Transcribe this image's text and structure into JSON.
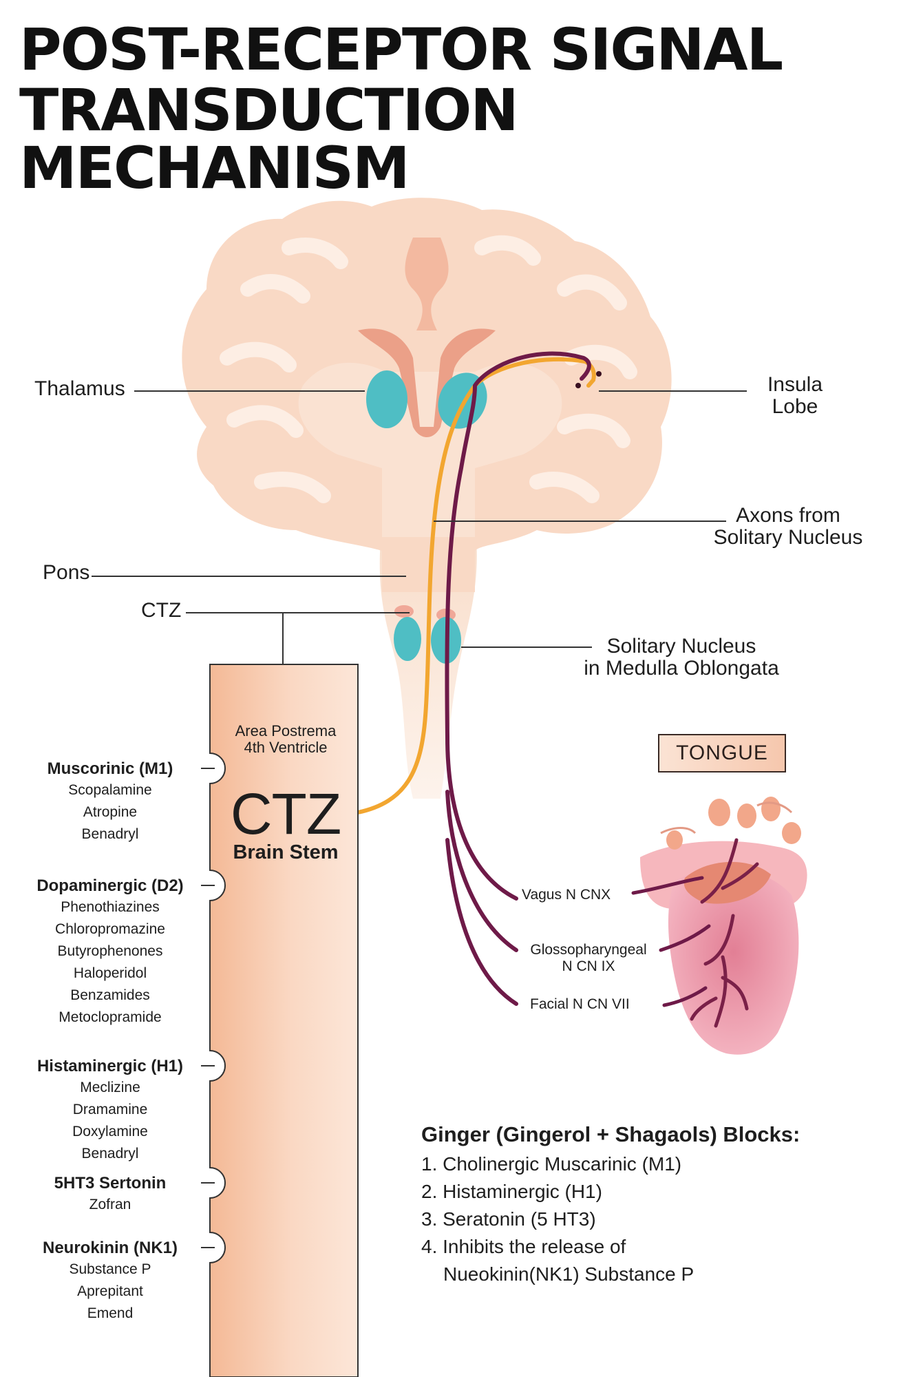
{
  "title": {
    "line1": "POST-RECEPTOR SIGNAL",
    "line2": "TRANSDUCTION MECHANISM"
  },
  "labels": {
    "thalamus": "Thalamus",
    "insula_line1": "Insula",
    "insula_line2": "Lobe",
    "axons_line1": "Axons from",
    "axons_line2": "Solitary Nucleus",
    "pons": "Pons",
    "ctz": "CTZ",
    "solitary_line1": "Solitary Nucleus",
    "solitary_line2": "in Medulla Oblongata",
    "area_postrema_line1": "Area Postrema",
    "area_postrema_line2": "4th Ventricle",
    "ctz_big": "CTZ",
    "brain_stem": "Brain Stem",
    "tongue": "TONGUE",
    "vagus": "Vagus N CNX",
    "glosso_line1": "Glossopharyngeal",
    "glosso_line2": "N CN IX",
    "facial": "Facial N CN VII"
  },
  "receptors": [
    {
      "name": "Muscorinic (M1)",
      "items": [
        "Scopalamine",
        "Atropine",
        "Benadryl"
      ]
    },
    {
      "name": "Dopaminergic (D2)",
      "items": [
        "Phenothiazines",
        "Chloropromazine",
        "Butyrophenones",
        "Haloperidol",
        "Benzamides",
        "Metoclopramide"
      ]
    },
    {
      "name": "Histaminergic (H1)",
      "items": [
        "Meclizine",
        "Dramamine",
        "Doxylamine",
        "Benadryl"
      ]
    },
    {
      "name": "5HT3 Sertonin",
      "items": [
        "Zofran"
      ]
    },
    {
      "name": "Neurokinin (NK1)",
      "items": [
        "Substance P",
        "Aprepitant",
        "Emend"
      ]
    }
  ],
  "ginger": {
    "heading": "Ginger (Gingerol + Shagaols) Blocks:",
    "items": [
      "1. Cholinergic Muscarinic (M1)",
      "2. Histaminergic (H1)",
      "3. Seratonin (5 HT3)",
      "4. Inhibits the release of"
    ],
    "continuation": "Nueokinin(NK1) Substance P"
  },
  "colors": {
    "brain": "#f8d5bf",
    "brain_dark": "#f1bea0",
    "thalamus": "#4fbec4",
    "orange_path": "#f2a630",
    "purple_path": "#6e1a48",
    "ctz_column": "#f6c8a8",
    "tongue": "#e98aa0"
  }
}
